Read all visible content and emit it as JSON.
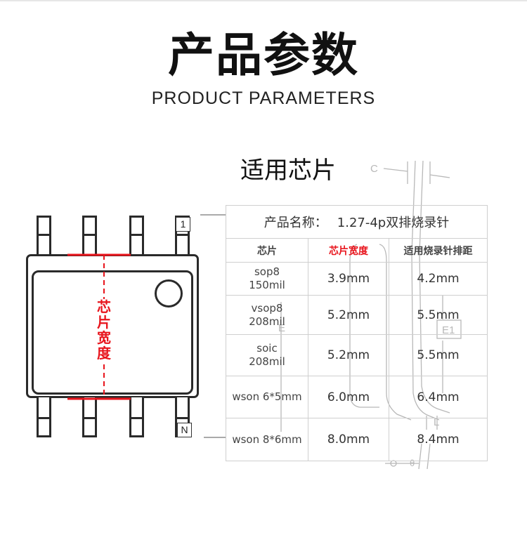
{
  "header": {
    "title": "产品参数",
    "subtitle": "PRODUCT PARAMETERS"
  },
  "section": {
    "title": "适用芯片"
  },
  "diagram": {
    "pin_first": "1",
    "pin_last": "N",
    "width_label": [
      "芯",
      "片",
      "宽",
      "度"
    ],
    "bg_label_c": "C",
    "bg_label_e": "E",
    "bg_label_e1": "E1",
    "bg_label_l": "L",
    "bg_label_theta": "θ"
  },
  "table": {
    "product_label": "产品名称：",
    "product_name": "1.27-4p双排烧录针",
    "columns": [
      "芯片",
      "芯片宽度",
      "适用烧录针排距"
    ],
    "rows": [
      {
        "chip": [
          "sop8",
          "150mil"
        ],
        "width": "3.9mm",
        "pitch": "4.2mm"
      },
      {
        "chip": [
          "vsop8",
          "208mil"
        ],
        "width": "5.2mm",
        "pitch": "5.5mm"
      },
      {
        "chip": [
          "soic",
          "208mil"
        ],
        "width": "5.2mm",
        "pitch": "5.5mm"
      },
      {
        "chip": [
          "wson 6*5mm"
        ],
        "width": "6.0mm",
        "pitch": "6.4mm"
      },
      {
        "chip": [
          "wson 8*6mm"
        ],
        "width": "8.0mm",
        "pitch": "8.4mm"
      }
    ]
  },
  "colors": {
    "accent_red": "#e8141c",
    "outline": "#2a2a2a",
    "grid": "#cfcfcf"
  }
}
